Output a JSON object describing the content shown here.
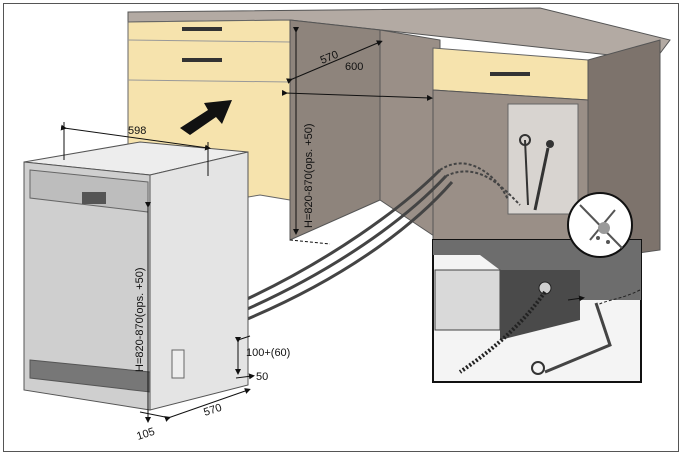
{
  "diagram": {
    "labels": {
      "top_depth": "570",
      "top_width": "600",
      "niche_height": "H=820-870(ops. +50)",
      "unit_width": "598",
      "unit_height": "H=820-870(ops. +50)",
      "foot_height": "100+(60)",
      "foot_offset": "50",
      "bottom_depth": "570",
      "bottom_front": "105"
    },
    "colors": {
      "cabinet_front": "#f6e3ad",
      "cabinet_side": "#9a8f87",
      "cabinet_dark": "#7d736c",
      "appliance_front": "#cfcfcf",
      "appliance_side": "#e6e6e6",
      "inset_back": "#6d6d6d"
    }
  }
}
